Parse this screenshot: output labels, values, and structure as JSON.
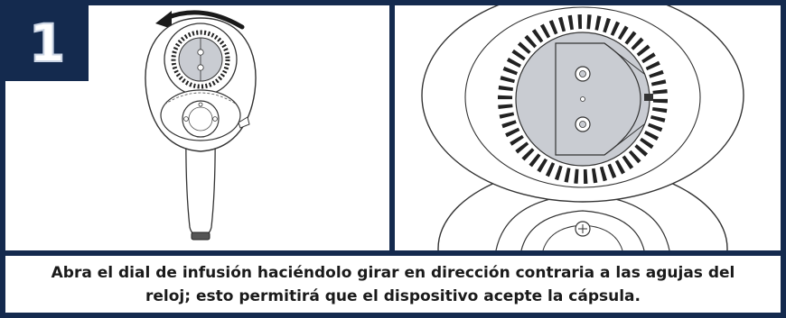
{
  "step": {
    "number": "1"
  },
  "instruction": {
    "text": "Abra el dial de infusión haciéndolo girar en dirección contraria a las agujas del reloj; esto permitirá que el dispositivo acepte la cápsula."
  },
  "colors": {
    "frame": "#142a4e",
    "dial": "#c9ccd2",
    "arrow": "#1a1a1a"
  },
  "icons": {
    "rotation_arrow": "counterclockwise-arrow-icon",
    "showerhead": "handheld-showerhead-illustration",
    "dial_closeup": "infusion-dial-closeup-illustration"
  }
}
